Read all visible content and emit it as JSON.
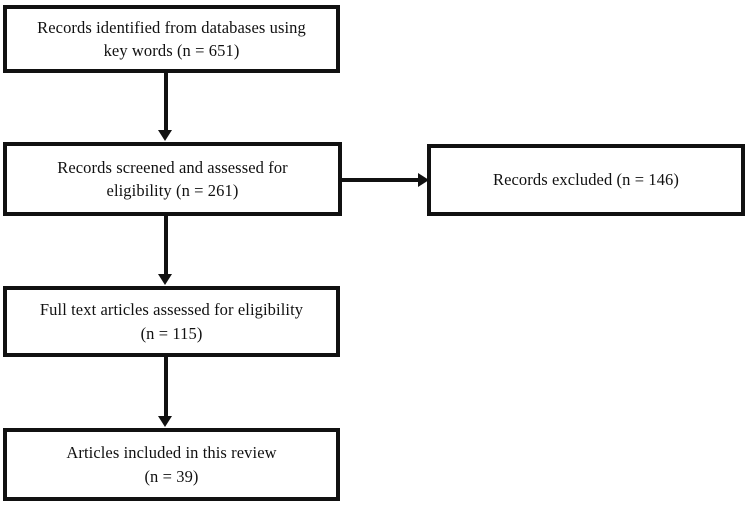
{
  "diagram": {
    "type": "prisma-flow-diagram",
    "orientation": "top-to-bottom",
    "colors": {
      "stroke": "#111111",
      "background": "#ffffff",
      "text": "#111111"
    },
    "nodes": [
      {
        "id": "identified",
        "label": "Records identified from databases using\nkey words (n = 651)",
        "stage": "identification",
        "count": 651
      },
      {
        "id": "screened",
        "label": "Records screened and assessed for\neligibility (n = 261)",
        "stage": "screening",
        "count": 261
      },
      {
        "id": "excluded",
        "label": "Records excluded (n = 146)",
        "stage": "screening-exclusion",
        "count": 146
      },
      {
        "id": "fulltext",
        "label": "Full text articles assessed for eligibility\n(n = 115)",
        "stage": "eligibility",
        "count": 115
      },
      {
        "id": "included",
        "label": "Articles included in this review\n(n = 39)",
        "stage": "included",
        "count": 39
      }
    ],
    "edges": [
      {
        "id": "identified-to-screened",
        "from": "identified",
        "to": "screened",
        "direction": "down"
      },
      {
        "id": "screened-to-fulltext",
        "from": "screened",
        "to": "fulltext",
        "direction": "down"
      },
      {
        "id": "fulltext-to-included",
        "from": "fulltext",
        "to": "included",
        "direction": "down"
      },
      {
        "id": "screened-to-excluded",
        "from": "screened",
        "to": "excluded",
        "direction": "right"
      }
    ]
  }
}
